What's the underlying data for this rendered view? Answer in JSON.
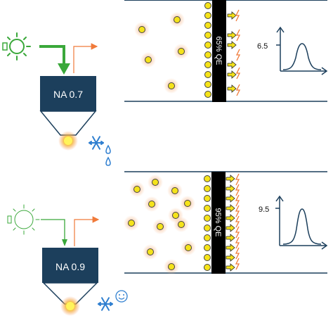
{
  "panels": [
    {
      "id": "top",
      "objective_label": "NA 0.7",
      "qe_label": "65% QE",
      "peak_value_label": "6.5",
      "light_arrow": "thick",
      "extra_icons": [
        "snowflake-icon",
        "droplet-icon",
        "droplet-icon"
      ]
    },
    {
      "id": "bottom",
      "objective_label": "NA 0.9",
      "qe_label": "95% QE",
      "peak_value_label": "9.5",
      "light_arrow": "thin",
      "extra_icons": [
        "snowflake-icon",
        "smiley-icon"
      ]
    }
  ],
  "colors": {
    "objective_fill": "#1c3f5c",
    "channel_lines": "#1c3f5c",
    "detector": "#000000",
    "photon_fill": "#f5e31a",
    "photon_glow": "#f7b98a",
    "light_green": "#3aa83a",
    "emission_orange": "#f07a3a",
    "spark_orange": "#f07a3a",
    "snowflake_blue": "#2f7fd0",
    "plot_blue": "#1c3f5c"
  }
}
